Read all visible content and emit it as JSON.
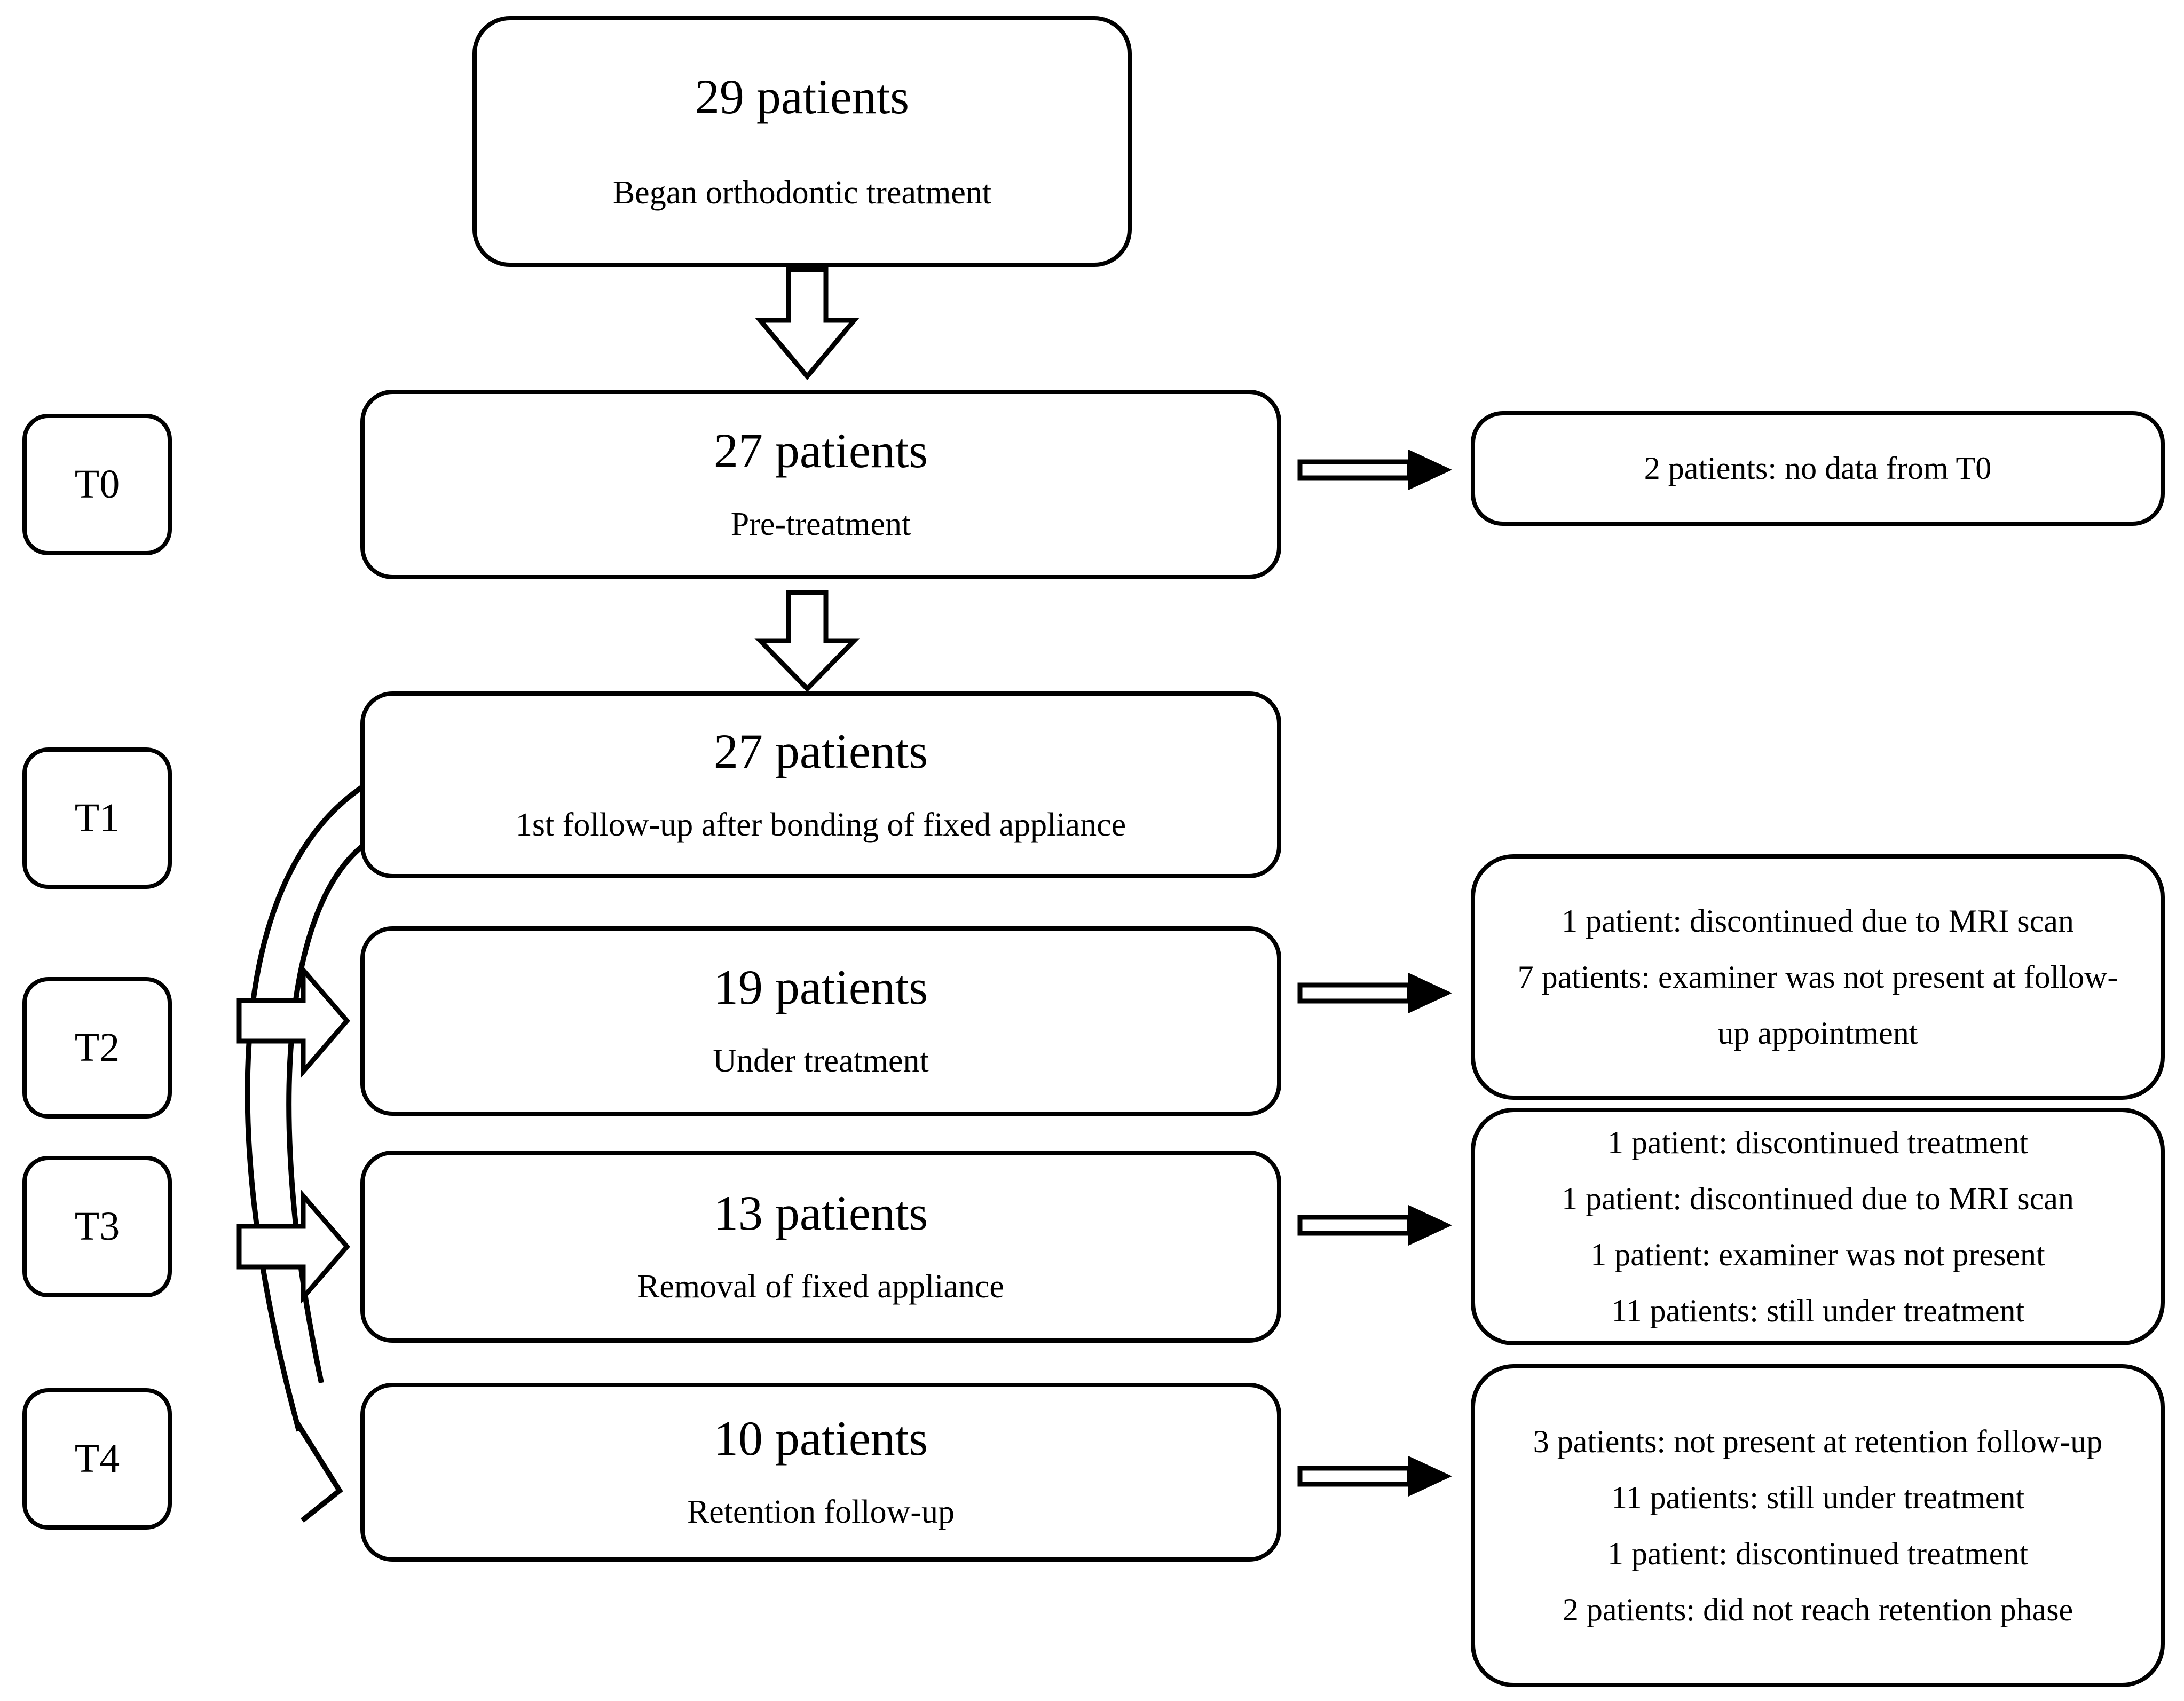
{
  "figure": {
    "background": "#ffffff",
    "line_color": "#000000"
  },
  "top_box": {
    "count": "29 patients",
    "label": "Began orthodontic treatment"
  },
  "labels": {
    "t0": "T0",
    "t1": "T1",
    "t2": "T2",
    "t3": "T3",
    "t4": "T4"
  },
  "stages": {
    "t0": {
      "count": "27 patients",
      "label": "Pre-treatment"
    },
    "t1": {
      "count": "27 patients",
      "label": "1st follow-up after bonding of fixed appliance"
    },
    "t2": {
      "count": "19 patients",
      "label": "Under treatment"
    },
    "t3": {
      "count": "13 patients",
      "label": "Removal of fixed appliance"
    },
    "t4": {
      "count": "10 patients",
      "label": "Retention follow-up"
    }
  },
  "exclusions": {
    "t0": {
      "lines": [
        "2 patients: no data from T0"
      ]
    },
    "t2": {
      "lines": [
        "1 patient: discontinued due to MRI scan",
        "7 patients: examiner was not present at follow-up appointment"
      ]
    },
    "t3": {
      "lines": [
        "1 patient: discontinued treatment",
        "1 patient: discontinued due to MRI scan",
        "1 patient: examiner was not present",
        "11 patients: still under treatment"
      ]
    },
    "t4": {
      "lines": [
        "3 patients: not present at retention follow-up",
        "11 patients: still under treatment",
        "1 patient: discontinued treatment",
        "2 patients: did not reach retention phase"
      ]
    }
  }
}
